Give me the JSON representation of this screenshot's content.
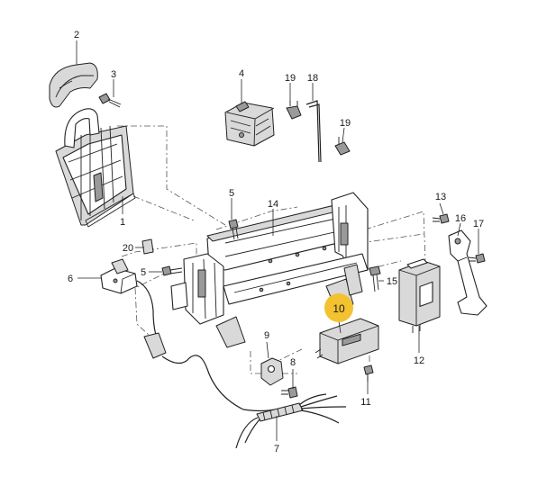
{
  "diagram": {
    "highlight_color": "#f2c230",
    "callouts": [
      {
        "id": "c1",
        "label": "1"
      },
      {
        "id": "c2",
        "label": "2"
      },
      {
        "id": "c3",
        "label": "3"
      },
      {
        "id": "c4",
        "label": "4"
      },
      {
        "id": "c5a",
        "label": "5"
      },
      {
        "id": "c5b",
        "label": "5"
      },
      {
        "id": "c6",
        "label": "6"
      },
      {
        "id": "c7",
        "label": "7"
      },
      {
        "id": "c8",
        "label": "8"
      },
      {
        "id": "c9",
        "label": "9"
      },
      {
        "id": "c10",
        "label": "10",
        "highlighted": true
      },
      {
        "id": "c11",
        "label": "11"
      },
      {
        "id": "c12",
        "label": "12"
      },
      {
        "id": "c13",
        "label": "13"
      },
      {
        "id": "c14",
        "label": "14"
      },
      {
        "id": "c15",
        "label": "15"
      },
      {
        "id": "c16",
        "label": "16"
      },
      {
        "id": "c17",
        "label": "17"
      },
      {
        "id": "c18",
        "label": "18"
      },
      {
        "id": "c19a",
        "label": "19"
      },
      {
        "id": "c19b",
        "label": "19"
      },
      {
        "id": "c20",
        "label": "20"
      }
    ]
  }
}
